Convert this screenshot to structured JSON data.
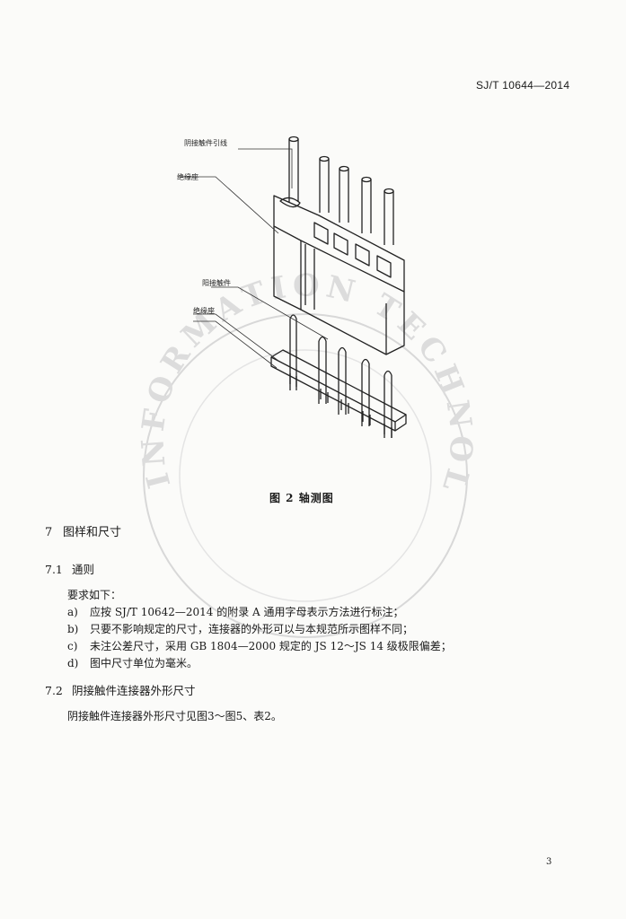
{
  "header": {
    "doc_code": "SJ/T 10644—2014"
  },
  "figure": {
    "labels": [
      "阴接触件引线",
      "绝缘座",
      "阳接触件",
      "绝缘座"
    ],
    "caption": "图 2  轴测图"
  },
  "watermark": {
    "text": "INFORMATION TECHNOLOGY"
  },
  "section7": {
    "num": "7",
    "title": "图样和尺寸",
    "s1": {
      "num": "7.1",
      "title": "通则",
      "intro": "要求如下：",
      "items": [
        {
          "mark": "a)",
          "text": "应按 SJ/T 10642—2014 的附录 A 通用字母表示方法进行标注；"
        },
        {
          "mark": "b)",
          "text": "只要不影响规定的尺寸，连接器的外形可以与本规范所示图样不同；"
        },
        {
          "mark": "c)",
          "text": "未注公差尺寸，采用 GB 1804—2000 规定的 JS 12～JS 14 级极限偏差；"
        },
        {
          "mark": "d)",
          "text": "图中尺寸单位为毫米。"
        }
      ]
    },
    "s2": {
      "num": "7.2",
      "title": "阴接触件连接器外形尺寸",
      "text": "阴接触件连接器外形尺寸见图3～图5、表2。"
    }
  },
  "footer": {
    "page_number": "3"
  }
}
